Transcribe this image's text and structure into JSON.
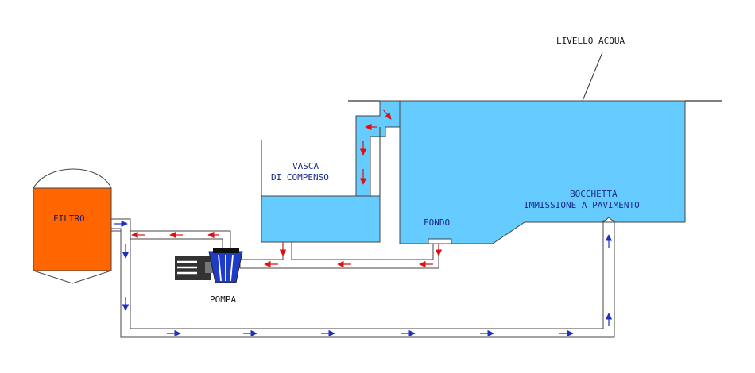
{
  "labels": {
    "water_level": "LIVELLO ACQUA",
    "compensation_tank_line1": "VASCA",
    "compensation_tank_line2": "DI COMPENSO",
    "filter": "FILTRO",
    "bottom": "FONDO",
    "floor_inlet_line1": "BOCCHETTA",
    "floor_inlet_line2": "IMMISSIONE A PAVIMENTO",
    "pump": "POMPA"
  },
  "colors": {
    "water": "#66ccff",
    "filter_body": "#ff6600",
    "return_flow_arrow": "#1f2fbf",
    "suction_flow_arrow": "#dd1111",
    "outline": "#333333"
  },
  "icons": {
    "pump": "pump-icon",
    "pump_motor": "motor-icon",
    "filter": "filter-tank-icon"
  }
}
